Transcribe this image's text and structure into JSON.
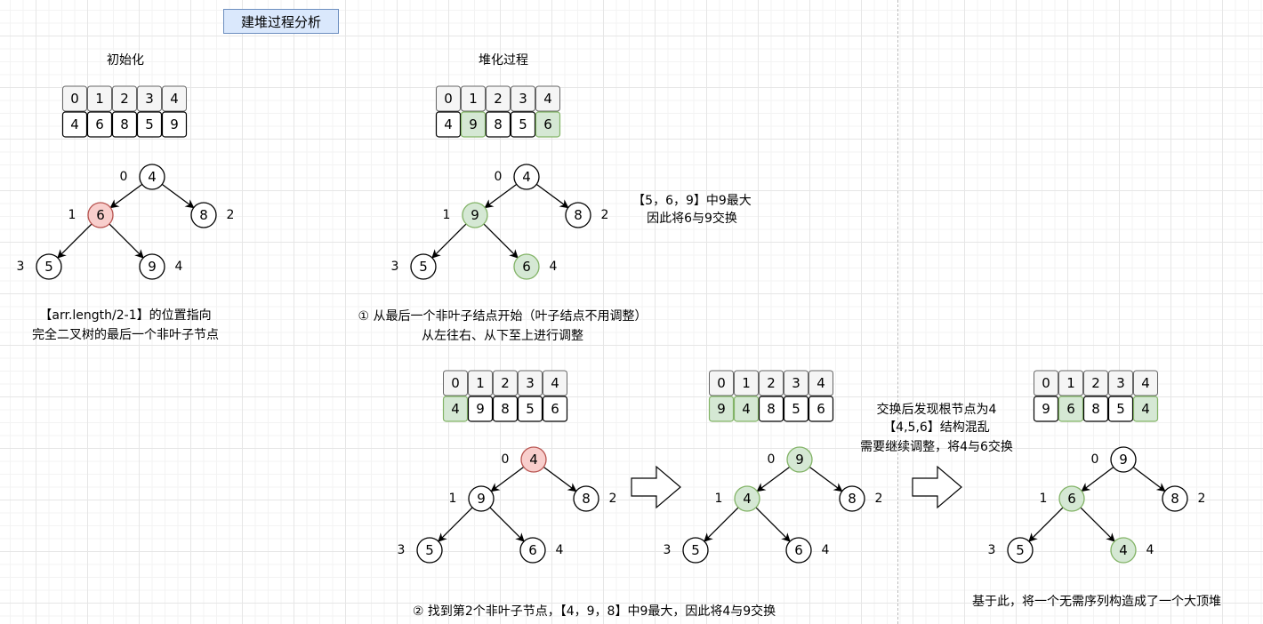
{
  "title": "建堆过程分析",
  "colors": {
    "red_fill": "#f8cecc",
    "red_stroke": "#b85450",
    "green_fill": "#d5e8d4",
    "green_stroke": "#82b366",
    "index_fill": "#f5f5f5",
    "index_stroke": "#666666",
    "title_fill": "#dae8fc",
    "title_stroke": "#6c8ebf"
  },
  "labels": {
    "init_heading": "初始化",
    "heapify_heading": "堆化过程",
    "init_caption": [
      "【arr.length/2-1】的位置指向",
      "完全二叉树的最后一个非叶子节点"
    ],
    "step1_note": [
      "【5，6，9】中9最大",
      "因此将6与9交换"
    ],
    "step1_caption": [
      "① 从最后一个非叶子结点开始（叶子结点不用调整）",
      "从左往右、从下至上进行调整"
    ],
    "step2_caption": "② 找到第2个非叶子节点，【4，9，8】中9最大，因此将4与9交换",
    "step3_note": [
      "交换后发现根节点为4",
      "【4,5,6】结构混乱",
      "需要继续调整，将4与6交换"
    ],
    "conclusion": "基于此，将一个无需序列构造成了一个大顶堆"
  },
  "panels": [
    {
      "name": "init",
      "indices": [
        "0",
        "1",
        "2",
        "3",
        "4"
      ],
      "values": [
        "4",
        "6",
        "8",
        "5",
        "9"
      ],
      "array_highlight": [],
      "tree_values": [
        "4",
        "6",
        "8",
        "5",
        "9"
      ],
      "tree_colors": [
        "",
        "red",
        "",
        "",
        ""
      ],
      "node_indices": [
        "0",
        "1",
        "2",
        "3",
        "4"
      ]
    },
    {
      "name": "heapify-step1",
      "indices": [
        "0",
        "1",
        "2",
        "3",
        "4"
      ],
      "values": [
        "4",
        "9",
        "8",
        "5",
        "6"
      ],
      "array_highlight": [
        1,
        4
      ],
      "tree_values": [
        "4",
        "9",
        "8",
        "5",
        "6"
      ],
      "tree_colors": [
        "",
        "green",
        "",
        "",
        "green"
      ],
      "node_indices": [
        "0",
        "1",
        "2",
        "3",
        "4"
      ]
    },
    {
      "name": "step2-before",
      "indices": [
        "0",
        "1",
        "2",
        "3",
        "4"
      ],
      "values": [
        "4",
        "9",
        "8",
        "5",
        "6"
      ],
      "array_highlight": [
        0
      ],
      "tree_values": [
        "4",
        "9",
        "8",
        "5",
        "6"
      ],
      "tree_colors": [
        "red",
        "",
        "",
        "",
        ""
      ],
      "node_indices": [
        "0",
        "1",
        "2",
        "3",
        "4"
      ]
    },
    {
      "name": "step2-after",
      "indices": [
        "0",
        "1",
        "2",
        "3",
        "4"
      ],
      "values": [
        "9",
        "4",
        "8",
        "5",
        "6"
      ],
      "array_highlight": [
        0,
        1
      ],
      "tree_values": [
        "9",
        "4",
        "8",
        "5",
        "6"
      ],
      "tree_colors": [
        "green",
        "green",
        "",
        "",
        ""
      ],
      "node_indices": [
        "0",
        "1",
        "2",
        "3",
        "4"
      ]
    },
    {
      "name": "final-heap",
      "indices": [
        "0",
        "1",
        "2",
        "3",
        "4"
      ],
      "values": [
        "9",
        "6",
        "8",
        "5",
        "4"
      ],
      "array_highlight": [
        1,
        4
      ],
      "tree_values": [
        "9",
        "6",
        "8",
        "5",
        "4"
      ],
      "tree_colors": [
        "",
        "green",
        "",
        "",
        "green"
      ],
      "node_indices": [
        "0",
        "1",
        "2",
        "3",
        "4"
      ]
    }
  ]
}
